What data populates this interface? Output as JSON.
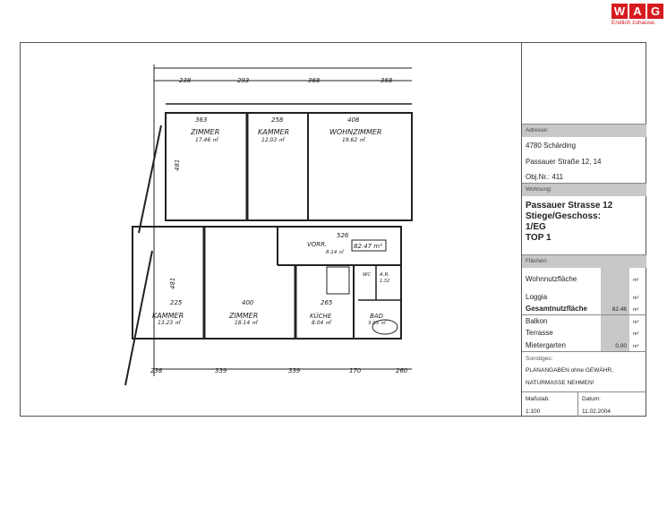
{
  "logo": {
    "letters": [
      "W",
      "A",
      "G"
    ],
    "tagline": "Endlich zuhause.",
    "color": "#d71920"
  },
  "address": {
    "header": "Adresse:",
    "city": "4780 Schärding",
    "street": "Passauer Straße 12, 14",
    "object": "Obj.Nr.: 411"
  },
  "apartment": {
    "header": "Wohnung:",
    "line1": "Passauer Strasse 12",
    "line2": "Stiege/Geschoss:",
    "line3": "1/EG",
    "line4": "TOP 1"
  },
  "areas": {
    "header": "Flächen:",
    "rows": [
      {
        "label": "Wohnnutzfläche",
        "value": "",
        "unit": "m²"
      },
      {
        "label": "Loggia",
        "value": "",
        "unit": "m²"
      },
      {
        "label": "Gesamtnutzfläche",
        "value": "82.46",
        "unit": "m²"
      },
      {
        "label": "Balkon",
        "value": "",
        "unit": "m²"
      },
      {
        "label": "Terrasse",
        "value": "",
        "unit": "m²"
      },
      {
        "label": "Mietergarten",
        "value": "0.00",
        "unit": "m²"
      }
    ]
  },
  "notes": {
    "header": "Sonstiges:",
    "line1": "PLANANGABEN ohne GEWÄHR,",
    "line2": "NATURMASSE NEHMEN!"
  },
  "scale": {
    "label": "Maßstab:",
    "value": "1:100"
  },
  "date": {
    "label": "Datum:",
    "value": "11.02.2004"
  },
  "plan": {
    "rooms": [
      {
        "name": "ZIMMER",
        "area": "17.46 ㎡"
      },
      {
        "name": "KAMMER",
        "area": "12.03 ㎡"
      },
      {
        "name": "WOHNZIMMER",
        "area": "19.62 ㎡"
      },
      {
        "name": "KAMMER",
        "area": "13.23 ㎡"
      },
      {
        "name": "ZIMMER",
        "area": "18.14 ㎡"
      },
      {
        "name": "KÜCHE",
        "area": "8.04 ㎡"
      },
      {
        "name": "BAD",
        "area": "3.05 ㎡"
      },
      {
        "name": "VORR.",
        "area": "8.14 ㎡"
      },
      {
        "name": "WC",
        "area": ""
      },
      {
        "name": "A.R.",
        "area": "1.32"
      }
    ],
    "total_area": "82.47 m²",
    "top_dims": [
      "238",
      "293",
      "368",
      "368"
    ],
    "bottom_dims": [
      "238",
      "339",
      "339",
      "170",
      "260"
    ],
    "inner_top": [
      "363",
      "258",
      "408"
    ],
    "inner_bottom": [
      "225",
      "400",
      "265",
      "526"
    ],
    "side": [
      "481",
      "481"
    ]
  }
}
